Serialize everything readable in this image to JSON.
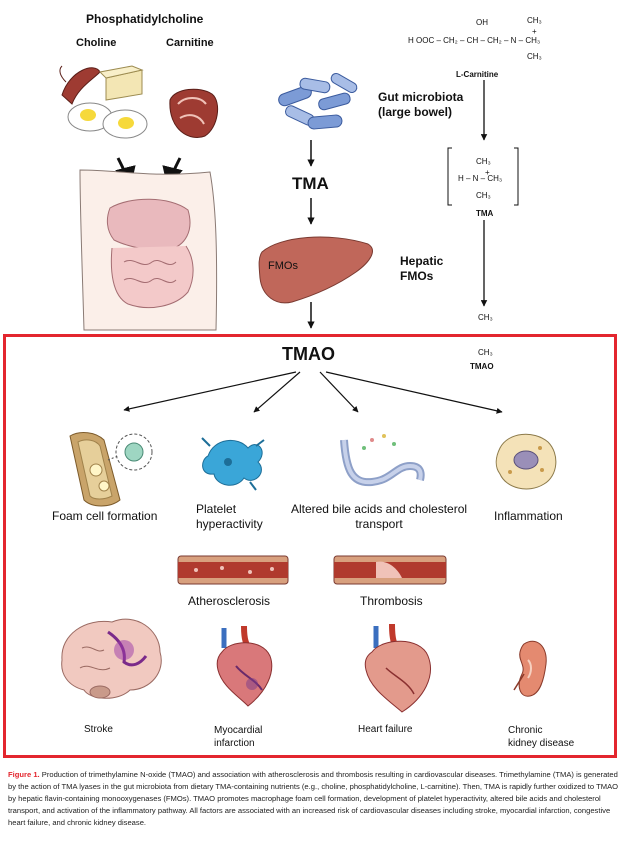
{
  "labels": {
    "phosphatidylcholine": "Phosphatidylcholine",
    "choline": "Choline",
    "carnitine": "Carnitine",
    "gut_microbiota": "Gut microbiota\n(large bowel)",
    "tma_main": "TMA",
    "fmos_liver": "FMOs",
    "hepatic_fmos": "Hepatic\nFMOs",
    "tmao_main": "TMAO",
    "foam_cell": "Foam cell formation",
    "platelet": "Platelet\nhyperactivity",
    "bile": "Altered bile acids and cholesterol\ntransport",
    "inflammation": "Inflammation",
    "atherosclerosis": "Atherosclerosis",
    "thrombosis": "Thrombosis",
    "stroke": "Stroke",
    "myocardial": "Myocardial\ninfarction",
    "heart_failure": "Heart failure",
    "ckd": "Chronic\nkidney disease"
  },
  "chemistry": {
    "carnitine_oh": "OH",
    "carnitine_ch3_top": "CH₃",
    "carnitine_plus": "+",
    "carnitine_formula": "H OOC – CH₂ – CH – CH₂ – N – CH₃",
    "carnitine_ch3_bottom": "CH₃",
    "carnitine_name": "L-Carnitine",
    "tma_ch3_top": "CH₃",
    "tma_formula": "H – N – CH₃",
    "tma_plus": "+",
    "tma_ch3_bottom": "CH₃",
    "tma_name": "TMA",
    "tmao_ch3_top": "CH₃",
    "tmao_ch3_bottom": "CH₃",
    "tmao_name": "TMAO"
  },
  "caption": {
    "figure_label": "Figure 1.",
    "text": " Production of trimethylamine N-oxide (TMAO) and association with atherosclerosis and thrombosis resulting in cardiovascular diseases. Trimethylamine (TMA) is generated by the action of TMA lyases in the gut microbiota from dietary TMA-containing nutrients (e.g., choline, phosphatidylcholine, L-carnitine). Then, TMA is rapidly further oxidized to TMAO by hepatic flavin-containing monooxygenases (FMOs). TMAO promotes macrophage foam cell formation, development of platelet hyperactivity, altered bile acids and cholesterol transport, and activation of the inflammatory pathway. All factors are associated with an increased risk of cardiovascular diseases including stroke, myocardial infarction, congestive heart failure, and chronic kidney disease."
  },
  "colors": {
    "frame": "#e3262e",
    "liver": "#c0675a",
    "meat": "#9e3b32",
    "platelet": "#3aa6d8",
    "vessel": "#b03a2e",
    "brain": "#f1c9c0",
    "heart": "#d9787a"
  }
}
